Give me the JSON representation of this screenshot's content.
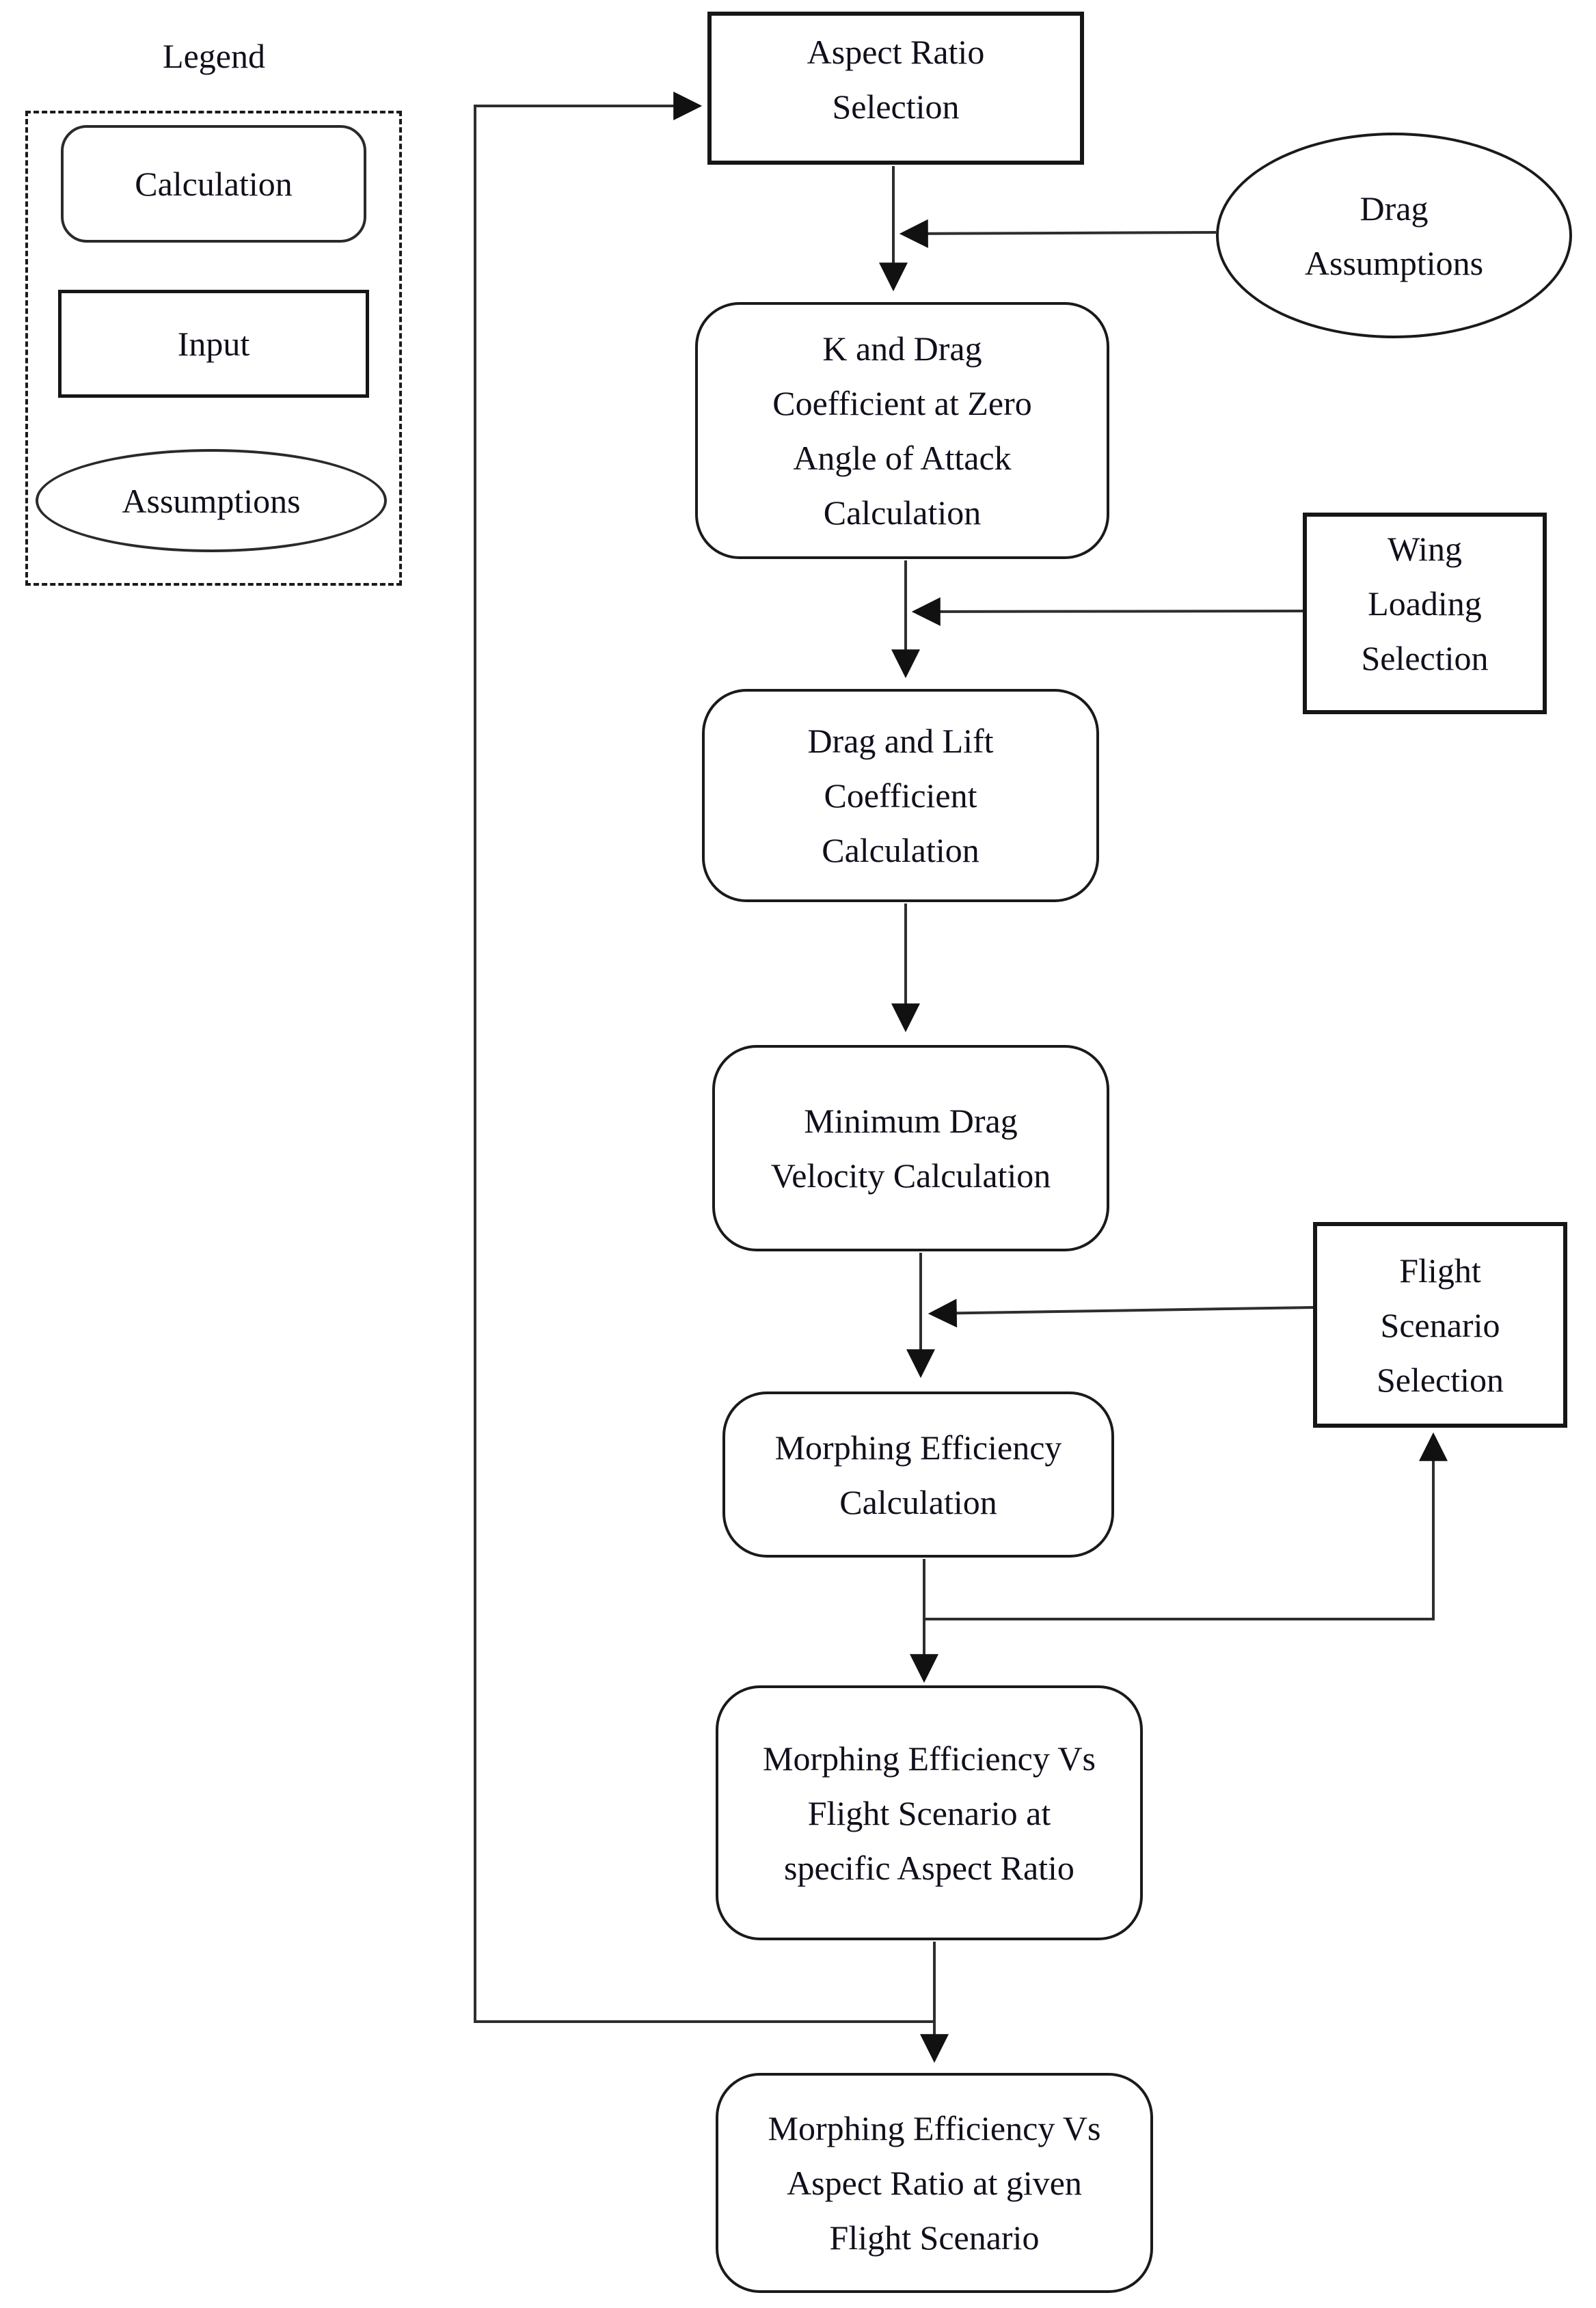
{
  "figure": {
    "background": "#ffffff",
    "line_color": "#2e2e2e",
    "border_color": "#1a1a1a",
    "text_color": "#10101c"
  },
  "legend": {
    "title": "Legend",
    "items": [
      {
        "id": "calculation",
        "shape": "rounded-rectangle",
        "label": "Calculation"
      },
      {
        "id": "input",
        "shape": "rectangle",
        "label": "Input"
      },
      {
        "id": "assumptions",
        "shape": "ellipse",
        "label": "Assumptions"
      }
    ]
  },
  "nodes": {
    "aspect_ratio": {
      "label": "Aspect Ratio\nSelection",
      "shape": "rectangle",
      "role": "input"
    },
    "drag_assumptions": {
      "label": "Drag\nAssumptions",
      "shape": "ellipse",
      "role": "assumptions"
    },
    "k_drag": {
      "label": "K and Drag\nCoefficient at Zero\nAngle of Attack\nCalculation",
      "shape": "rounded-rectangle",
      "role": "calculation"
    },
    "wing_loading": {
      "label": "Wing\nLoading\nSelection",
      "shape": "rectangle",
      "role": "input"
    },
    "drag_lift": {
      "label": "Drag and Lift\nCoefficient\nCalculation",
      "shape": "rounded-rectangle",
      "role": "calculation"
    },
    "min_drag": {
      "label": "Minimum Drag\nVelocity Calculation",
      "shape": "rounded-rectangle",
      "role": "calculation"
    },
    "flight_scenario": {
      "label": "Flight\nScenario\nSelection",
      "shape": "rectangle",
      "role": "input"
    },
    "morph_eff": {
      "label": "Morphing Efficiency\nCalculation",
      "shape": "rounded-rectangle",
      "role": "calculation"
    },
    "morph_vs_fs": {
      "label": "Morphing Efficiency Vs\nFlight Scenario at\nspecific Aspect Ratio",
      "shape": "rounded-rectangle",
      "role": "calculation"
    },
    "morph_vs_ar": {
      "label": "Morphing Efficiency Vs\nAspect Ratio at given\nFlight Scenario",
      "shape": "rounded-rectangle",
      "role": "calculation"
    }
  },
  "edges": [
    {
      "from": "aspect_ratio",
      "to": "k_drag"
    },
    {
      "from": "drag_assumptions",
      "to": "k_drag"
    },
    {
      "from": "k_drag",
      "to": "drag_lift"
    },
    {
      "from": "wing_loading",
      "to": "drag_lift"
    },
    {
      "from": "drag_lift",
      "to": "min_drag"
    },
    {
      "from": "min_drag",
      "to": "morph_eff"
    },
    {
      "from": "flight_scenario",
      "to": "morph_eff"
    },
    {
      "from": "morph_eff",
      "to": "flight_scenario",
      "kind": "feedback"
    },
    {
      "from": "morph_eff",
      "to": "morph_vs_fs"
    },
    {
      "from": "morph_vs_fs",
      "to": "aspect_ratio",
      "kind": "feedback"
    },
    {
      "from": "morph_vs_fs",
      "to": "morph_vs_ar"
    }
  ]
}
